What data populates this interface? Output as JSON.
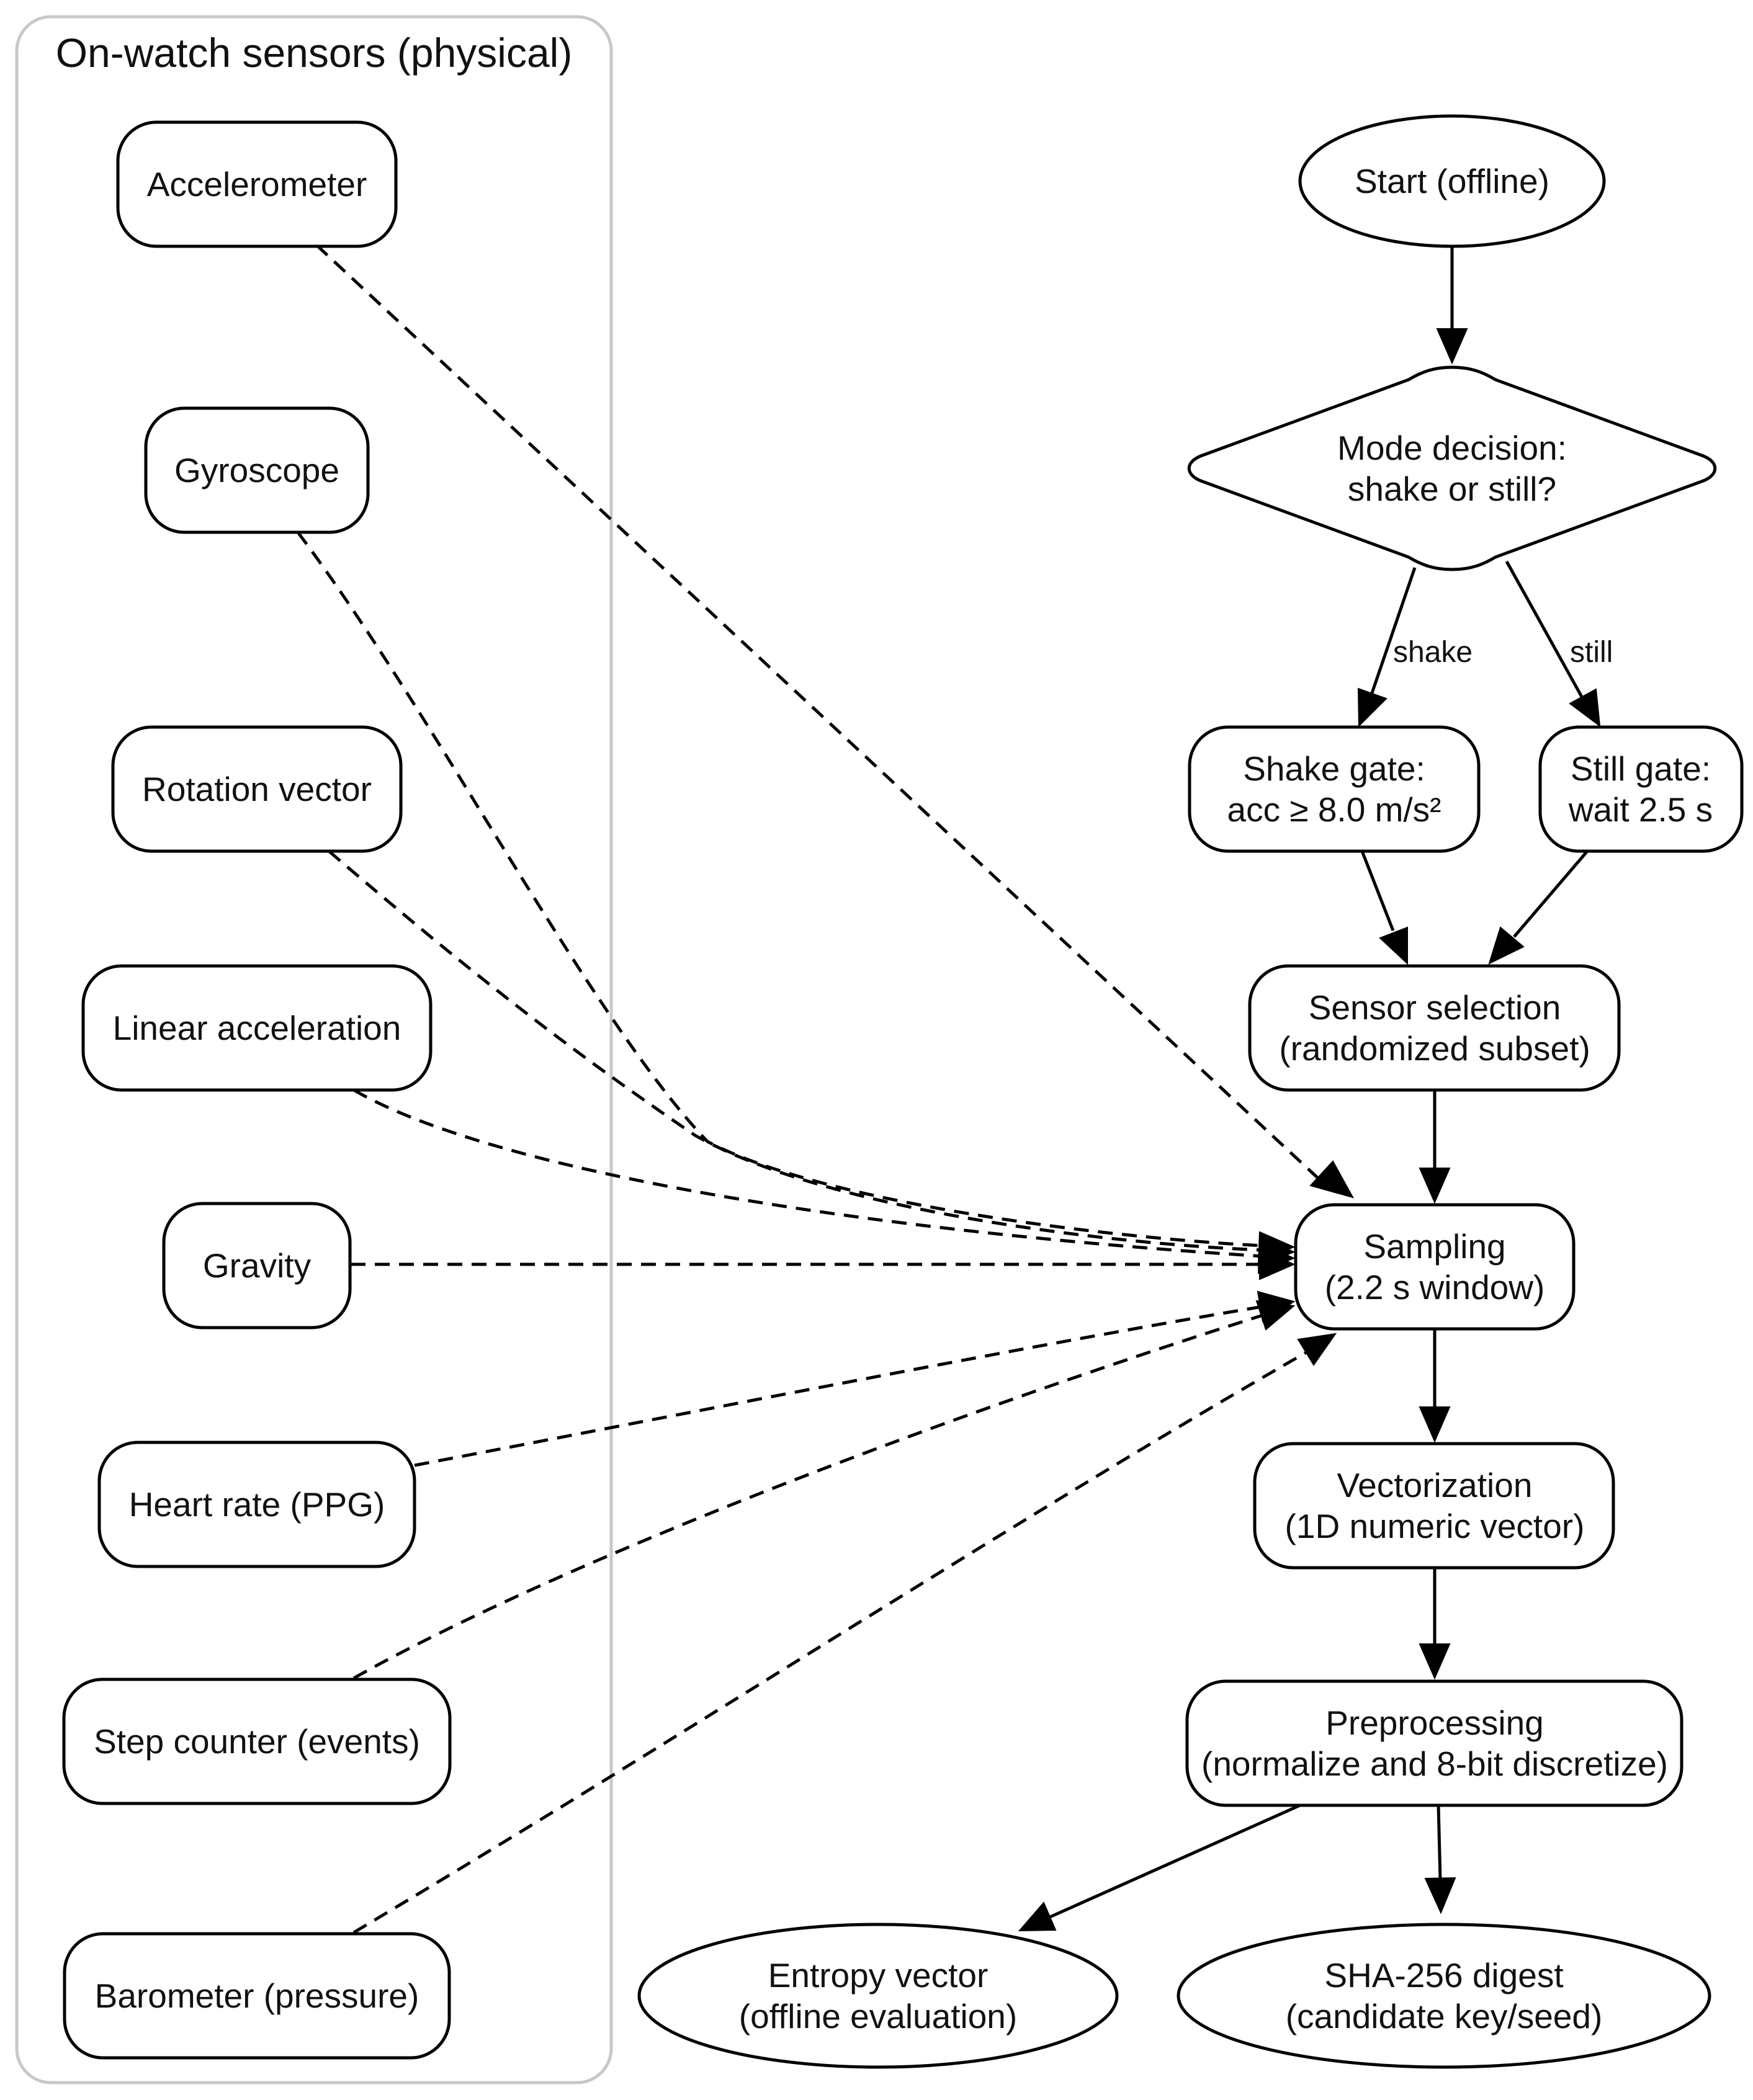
{
  "cluster": {
    "title": "On-watch sensors (physical)"
  },
  "sensors": {
    "accelerometer": [
      "Accelerometer"
    ],
    "gyroscope": [
      "Gyroscope"
    ],
    "rotation_vector": [
      "Rotation vector"
    ],
    "linear_acceleration": [
      "Linear acceleration"
    ],
    "gravity": [
      "Gravity"
    ],
    "heart_rate": [
      "Heart rate (PPG)"
    ],
    "step_counter": [
      "Step counter (events)"
    ],
    "barometer": [
      "Barometer (pressure)"
    ]
  },
  "flow": {
    "start": [
      "Start (offline)"
    ],
    "mode_decision": [
      "Mode decision:",
      "shake or  still?"
    ],
    "shake_gate": [
      "Shake gate:",
      "acc ≥ 8.0 m/s²"
    ],
    "still_gate": [
      "Still gate:",
      "wait 2.5 s"
    ],
    "sensor_selection": [
      "Sensor selection",
      "(randomized subset)"
    ],
    "sampling": [
      "Sampling",
      "(2.2 s window)"
    ],
    "vectorization": [
      "Vectorization",
      "(1D numeric vector)"
    ],
    "preprocessing": [
      "Preprocessing",
      "(normalize and 8-bit discretize)"
    ],
    "entropy_vector": [
      "Entropy vector",
      "(offline evaluation)"
    ],
    "sha_digest": [
      "SHA-256 digest",
      "(candidate key/seed)"
    ]
  },
  "edge_labels": {
    "shake": "shake",
    "still": "still"
  }
}
